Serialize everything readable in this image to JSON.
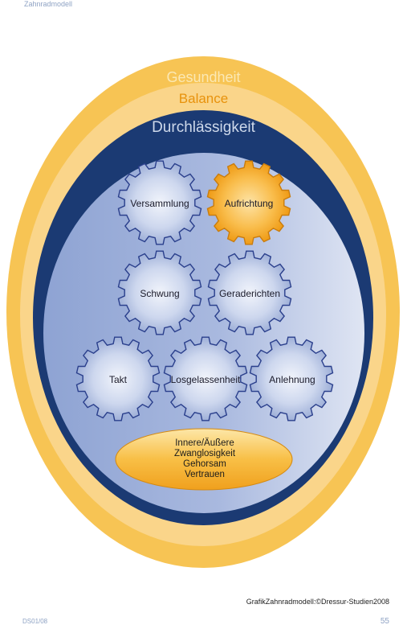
{
  "header": {
    "title": "Zahnradmodell"
  },
  "rings": {
    "outer": "Gesundheit",
    "middle": "Balance",
    "inner": "Durchlässigkeit"
  },
  "gears": [
    {
      "label": "Versammlung",
      "highlight": false
    },
    {
      "label": "Aufrichtung",
      "highlight": true
    },
    {
      "label": "Schwung",
      "highlight": false
    },
    {
      "label": "Geraderichten",
      "highlight": false
    },
    {
      "label": "Takt",
      "highlight": false
    },
    {
      "label": "Losgelassenheit",
      "highlight": false
    },
    {
      "label": "Anlehnung",
      "highlight": false
    }
  ],
  "base": {
    "line1": "Innere/Äußere",
    "line2": "Zwanglosigkeit",
    "line3": "Gehorsam",
    "line4": "Vertrauen"
  },
  "credit": "GrafikZahnradmodell:©Dressur-Studien2008",
  "footer": {
    "left": "DS01/08",
    "page": "55"
  },
  "colors": {
    "outer_ring": "#f9c45a",
    "middle_ring": "#fbd98c",
    "navy_ring": "#1b3a73",
    "accent_orange": "#f3a21f",
    "gear_blue": "#c9d4ec",
    "gear_outline": "#2a3f8c"
  }
}
